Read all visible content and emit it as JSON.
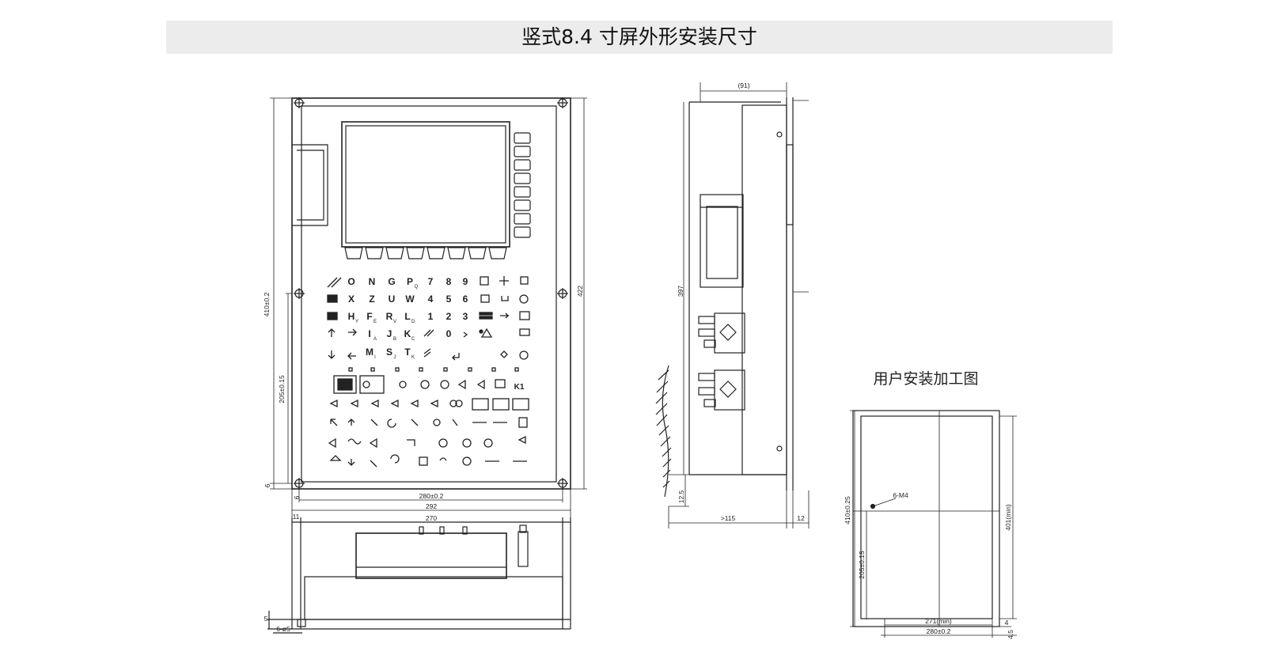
{
  "title": "竖式8.4 寸屏外形安装尺寸",
  "front_view": {
    "dims": {
      "height_outer": "410±0.2",
      "height_lower": "205±0.15",
      "bottom_offset": "6",
      "right_height": "422",
      "width_holes": "280±0.2",
      "width_total": "292",
      "hole_left_offset": "6"
    },
    "key_rows": [
      [
        "O",
        "N",
        "G",
        "P",
        "7",
        "8",
        "9"
      ],
      [
        "X",
        "Z",
        "U",
        "W",
        "4",
        "5",
        "6"
      ],
      [
        "H",
        "F",
        "R",
        "L",
        "1",
        "2",
        "3"
      ],
      [
        "I",
        "J",
        "K",
        "0"
      ],
      [
        "M",
        "S",
        "T"
      ]
    ],
    "key_subscripts": {
      "P": "Q",
      "H": "Y",
      "F": "E",
      "R": "V",
      "L": "D",
      "I": "A",
      "J": "B",
      "K": "C",
      "M": "I",
      "S": "J",
      "T": "K"
    },
    "k1_label": "K1"
  },
  "bottom_view": {
    "dims": {
      "width_inner": "270",
      "left_offset": "11",
      "holes": "6-ø5",
      "thickness": "5"
    }
  },
  "side_view": {
    "dims": {
      "top": "(91)",
      "height": "397",
      "bottom_offset": "12.5",
      "depth": ">115",
      "right": "12"
    }
  },
  "cutout": {
    "title": "用户安装加工图",
    "dims": {
      "height": "410±0.25",
      "lower": "205±0.15",
      "holes": "6-M4",
      "height_min": "401(min)",
      "width_min": "271(min)",
      "width_holes": "280±0.2",
      "right_gap": "4",
      "bottom_gap": "4.5"
    }
  }
}
